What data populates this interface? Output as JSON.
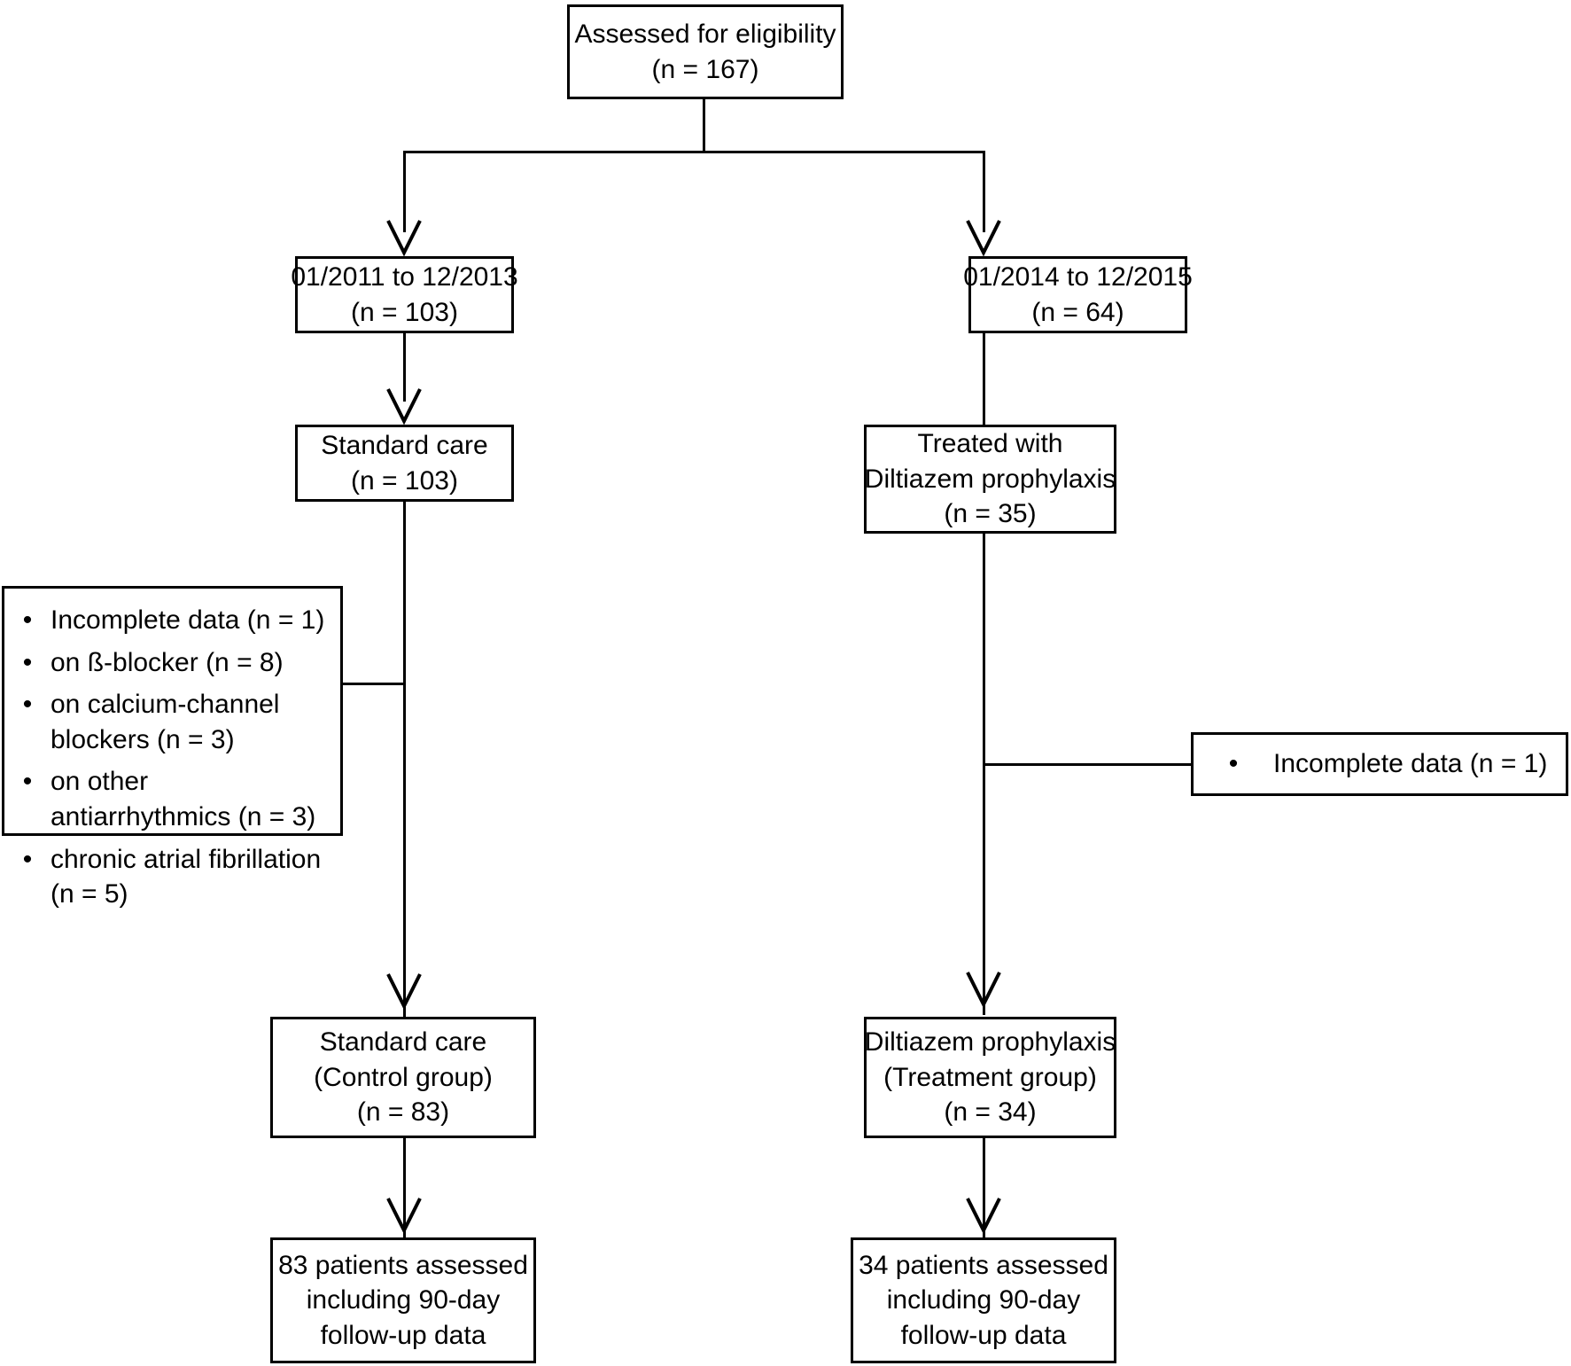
{
  "diagram": {
    "type": "flowchart",
    "title": "Patient enrollment flow diagram",
    "nodes": {
      "assessed": {
        "id": "assessed-for-eligibility",
        "lines": [
          "Assessed for eligibility",
          "(n = 167)"
        ]
      },
      "period_left": {
        "id": "period-2011-2013",
        "lines": [
          "01/2011 to 12/2013",
          "(n = 103)"
        ]
      },
      "period_right": {
        "id": "period-2014-2015",
        "lines": [
          "01/2014 to 12/2015",
          "(n = 64)"
        ]
      },
      "standard_care": {
        "id": "standard-care",
        "lines": [
          "Standard care",
          "(n = 103)"
        ]
      },
      "treated_diltiazem": {
        "id": "treated-with-diltiazem-prophylaxis",
        "lines": [
          "Treated with",
          "Diltiazem prophylaxis",
          "(n = 35)"
        ]
      },
      "control_group": {
        "id": "standard-care-control-group",
        "lines": [
          "Standard care",
          "(Control group)",
          "(n = 83)"
        ]
      },
      "treatment_group": {
        "id": "diltiazem-prophylaxis-treatment-group",
        "lines": [
          "Diltiazem prophylaxis",
          "(Treatment group)",
          "(n = 34)"
        ]
      },
      "outcome_left": {
        "id": "83-patients-assessed",
        "lines": [
          "83 patients assessed",
          "including 90-day",
          "follow-up data"
        ]
      },
      "outcome_right": {
        "id": "34-patients-assessed",
        "lines": [
          "34 patients assessed",
          "including 90-day",
          "follow-up data"
        ]
      }
    },
    "exclusions_left": {
      "id": "left-exclusions",
      "bullet": "•",
      "items": [
        [
          "Incomplete data (n = 1)"
        ],
        [
          "on ß-blocker (n = 8)"
        ],
        [
          "on calcium-channel",
          "blockers (n = 3)"
        ],
        [
          "on other",
          "antiarrhythmics (n = 3)"
        ],
        [
          "chronic atrial fibrillation",
          "(n = 5)"
        ]
      ]
    },
    "exclusions_right": {
      "id": "right-exclusions",
      "bullet": "•",
      "items": [
        [
          "Incomplete data (n = 1)"
        ]
      ]
    },
    "colors": {
      "stroke": "#000000",
      "fill": "#ffffff",
      "text": "#000000"
    }
  }
}
